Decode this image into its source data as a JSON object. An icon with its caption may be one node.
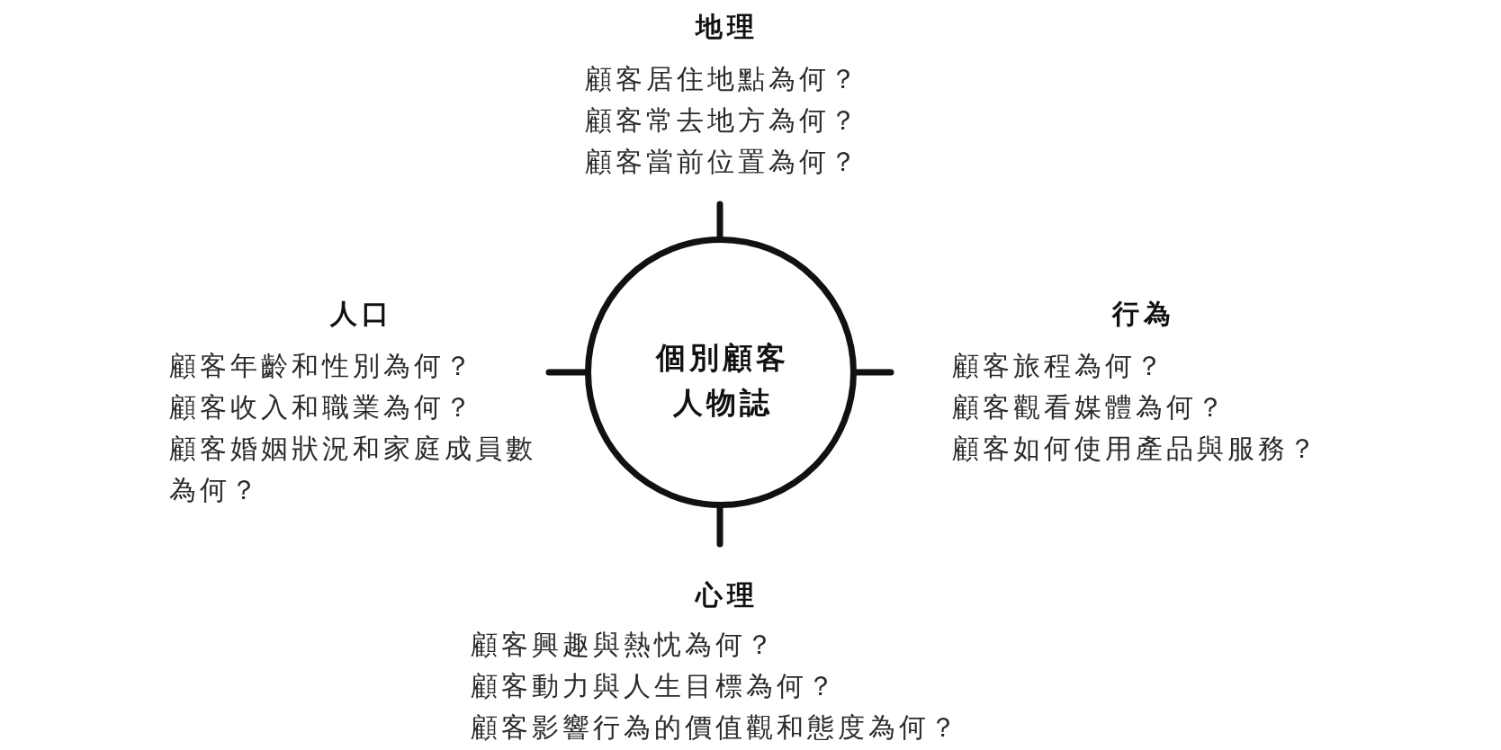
{
  "diagram": {
    "nodes": [
      {
        "text": [
          "個別顧客人物誌"
        ]
      }
    ],
    "labels": [
      "地理",
      "顧客居住地點為何？",
      "顧客常去地方為何？",
      "顧客當前位置為何？",
      "人口",
      "顧客年齡和性別為何？",
      "顧客收入和職業為何？",
      "顧客婚姻狀況和家庭成員數為何？",
      "行為",
      "顧客旅程為何？",
      "顧客觀看媒體為何？",
      "顧客如何使用產品與服務？",
      "心理",
      "顧客興趣與熱忱為何？",
      "顧客動力與人生目標為何？",
      "顧客影響行為的價值觀和態度為何？"
    ]
  }
}
